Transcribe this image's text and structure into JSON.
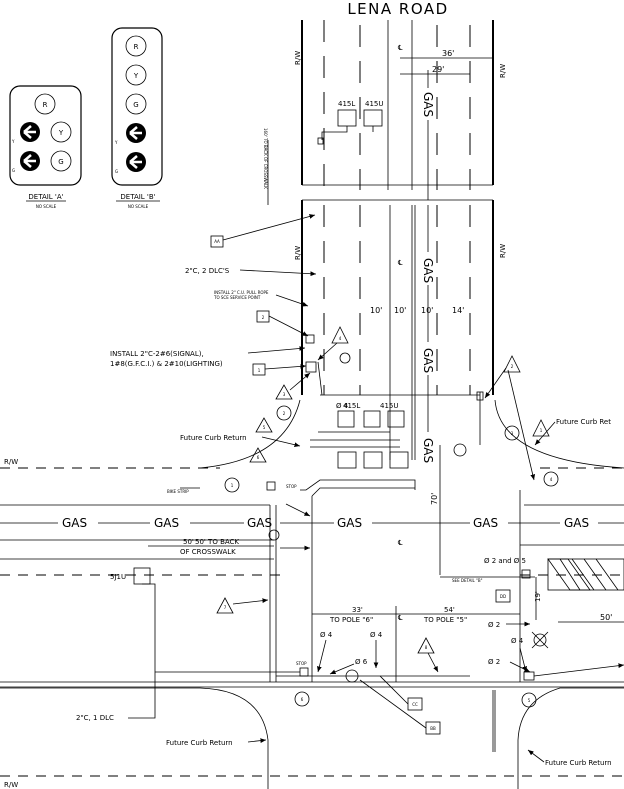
{
  "road": {
    "name": "LENA ROAD"
  },
  "row_label": "R/W",
  "gas_label": "GAS",
  "details": {
    "a": {
      "title": "DETAIL 'A'",
      "scale": "NO SCALE",
      "lamps": [
        "R",
        "Y",
        "G"
      ]
    },
    "b": {
      "title": "DETAIL 'B'",
      "scale": "NO SCALE",
      "lamps": [
        "R",
        "Y",
        "G"
      ]
    }
  },
  "dims": {
    "d36": "36'",
    "d29": "29'",
    "d10a": "10'",
    "d10b": "10'",
    "d10c": "10'",
    "d14": "14'",
    "d70": "70'",
    "d50": "50'",
    "d33": "33'",
    "d54": "54'",
    "d19": "19'",
    "d50b": "50'",
    "d160": "160' TO BACK OF CROSSWALK"
  },
  "signal_heads": {
    "h415l_top": "415L",
    "h415u_top": "415U",
    "h415l_mid": "415L",
    "h415u_mid": "415U",
    "h5j1u": "5J1U"
  },
  "boxes": {
    "aa": "AA",
    "cc": "CC",
    "bb": "BB",
    "dd": "DD",
    "n2": "2",
    "n1": "1"
  },
  "triangles": {
    "t4": "4",
    "t3": "3",
    "t5": "5",
    "t6": "6",
    "t2": "2",
    "t1": "1",
    "t7": "7",
    "t8": "8"
  },
  "circles": {
    "c1": "1",
    "c2": "2",
    "c3": "3",
    "c4": "4",
    "c5": "5",
    "c6": "6"
  },
  "notes": {
    "conduit_top": "2\"C, 2 DLC'S",
    "conduit_bottom": "2\"C, 1 DLC",
    "install_line1": "INSTALL 2\"C-2#6(SIGNAL),",
    "install_line2": "1#8(G.F.C.I.) & 2#10(LIGHTING)",
    "install_small1": "INSTALL 2\" C.U. PULL ROPE",
    "install_small2": "TO SCE SERVICE POINT",
    "to_back": "50' TO BACK",
    "of_crosswalk": "OF CROSSWALK",
    "to_pole6": "TO POLE \"6\"",
    "to_pole5": "TO POLE \"5\"",
    "phase4_top": "Ø 4",
    "phase2_and5": "Ø 2 and Ø 5",
    "see_detail_b": "SEE DETAIL \"B\"",
    "phase2_a": "Ø 2",
    "phase4_b": "Ø 4",
    "phase2_b": "Ø 2",
    "phase4_c": "Ø 4",
    "phase6": "Ø 6",
    "phase4_d": "Ø 4",
    "stop_sign": "STOP",
    "bike_strip": "BIKE STRIP"
  },
  "curb": {
    "return_label": "Future Curb Return",
    "return_ret": "Future Curb Ret"
  }
}
